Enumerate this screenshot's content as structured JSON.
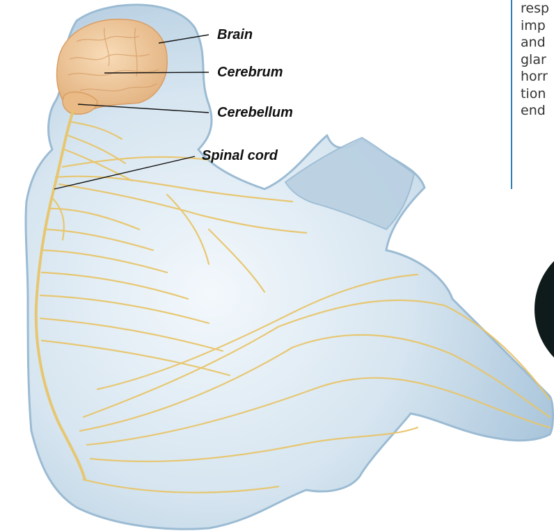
{
  "labels": {
    "brain": "Brain",
    "cerebrum": "Cerebrum",
    "cerebellum": "Cerebellum",
    "spinal_cord": "Spinal cord"
  },
  "side_text_fragments": [
    "resp",
    "imp",
    "and",
    "glar",
    "horr",
    "tion",
    "end"
  ],
  "colors": {
    "body_fill": "#c2d6e6",
    "body_edge": "#9bbbd3",
    "brain_fill": "#efc79a",
    "nerve": "#e8c56a",
    "accent_rule": "#2f7fb3",
    "disc": "#0f1a1a"
  }
}
